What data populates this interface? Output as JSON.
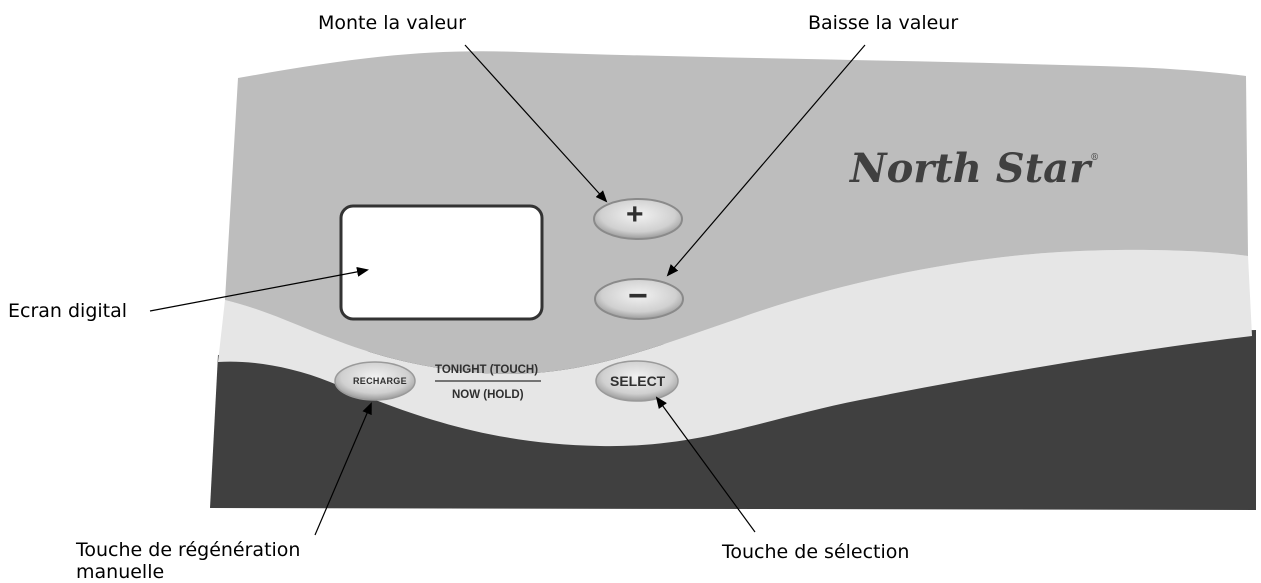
{
  "labels": {
    "plus": "Monte la valeur",
    "minus": "Baisse la valeur",
    "screen": "Ecran digital",
    "recharge_line1": "Touche de régénération",
    "recharge_line2": "manuelle",
    "select": "Touche de sélection"
  },
  "panel": {
    "brand": "North Star",
    "brand_mark": "®",
    "plus_button": "+",
    "minus_button": "−",
    "recharge_button": "RECHARGE",
    "tonight": "TONIGHT (TOUCH)",
    "now": "NOW (HOLD)",
    "select_button": "SELECT"
  },
  "colors": {
    "top_region": "#bdbdbd",
    "middle_band": "#e6e6e6",
    "bottom_region": "#404040"
  }
}
